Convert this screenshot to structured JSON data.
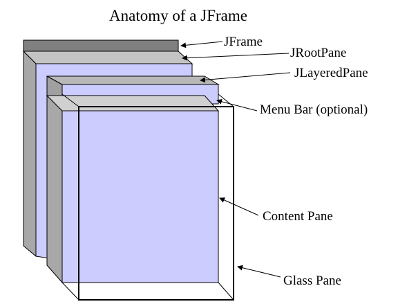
{
  "title": "Anatomy of a JFrame",
  "labels": {
    "jframe": "JFrame",
    "jrootpane": "JRootPane",
    "jlayeredpane": "JLayeredPane",
    "menu_bar": "Menu Bar (optional)",
    "content_pane": "Content Pane",
    "glass_pane": "Glass Pane"
  },
  "colors": {
    "jframe_bar": "#808080",
    "root_pane": "#b0b0b0",
    "side_face": "#c0c0c0",
    "pane_fill": "#ccccff",
    "top_face": "#d8d8d8",
    "outline": "#000000"
  }
}
